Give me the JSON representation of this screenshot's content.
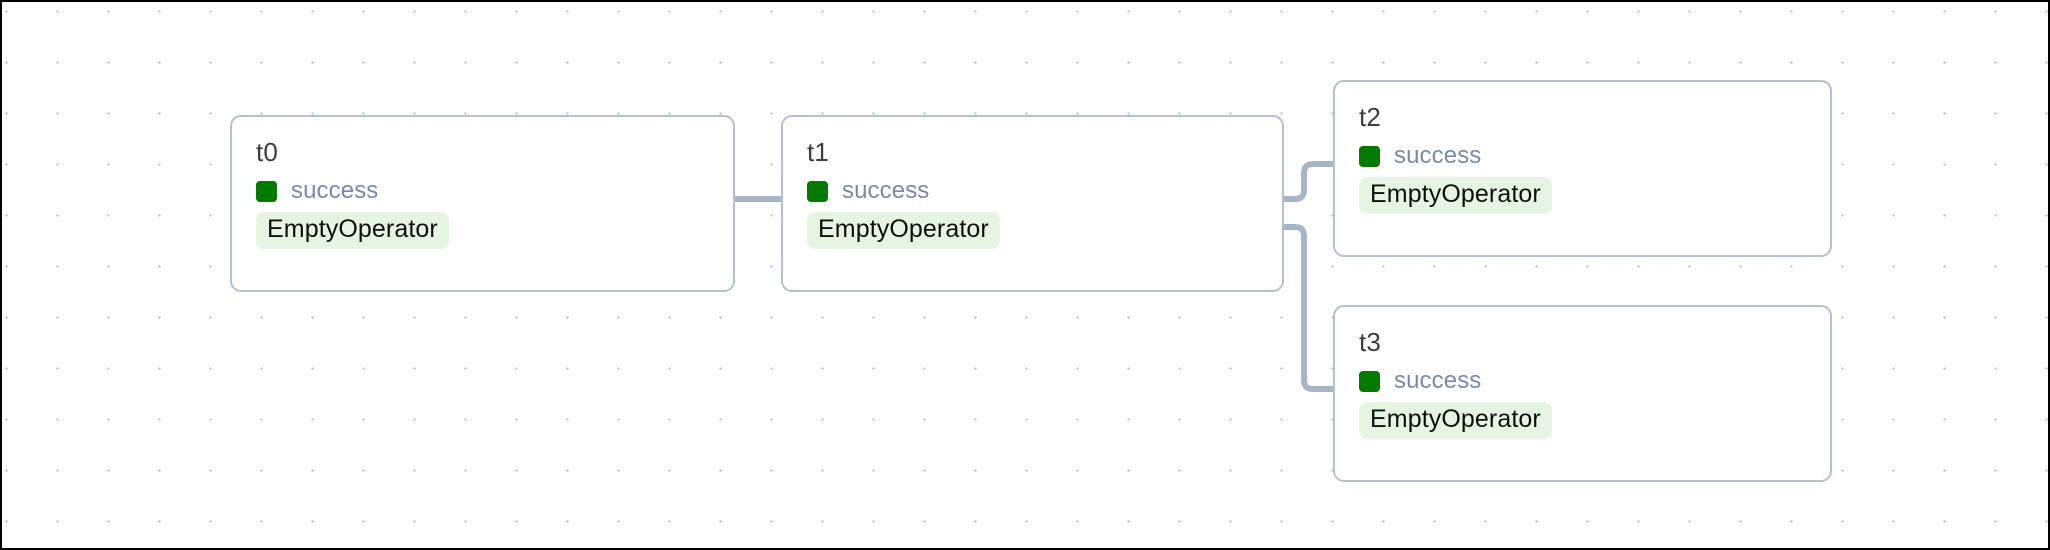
{
  "graph": {
    "view_name": "dag-graph-view",
    "background": "#ffffff",
    "grid_dot_color": "#b9b9c6",
    "edge_color": "#a7b4c9",
    "node_border_color": "#b5c0d3",
    "status_color_success": "#027a00",
    "operator_badge_bg": "#e6f4e2"
  },
  "nodes": [
    {
      "id": "t0",
      "title": "t0",
      "status": "success",
      "operator": "EmptyOperator"
    },
    {
      "id": "t1",
      "title": "t1",
      "status": "success",
      "operator": "EmptyOperator"
    },
    {
      "id": "t2",
      "title": "t2",
      "status": "success",
      "operator": "EmptyOperator"
    },
    {
      "id": "t3",
      "title": "t3",
      "status": "success",
      "operator": "EmptyOperator"
    }
  ],
  "edges": [
    {
      "id": "t0-t1",
      "from": "t0",
      "to": "t1"
    },
    {
      "id": "t1-t2",
      "from": "t1",
      "to": "t2"
    },
    {
      "id": "t1-t3",
      "from": "t1",
      "to": "t3"
    }
  ]
}
